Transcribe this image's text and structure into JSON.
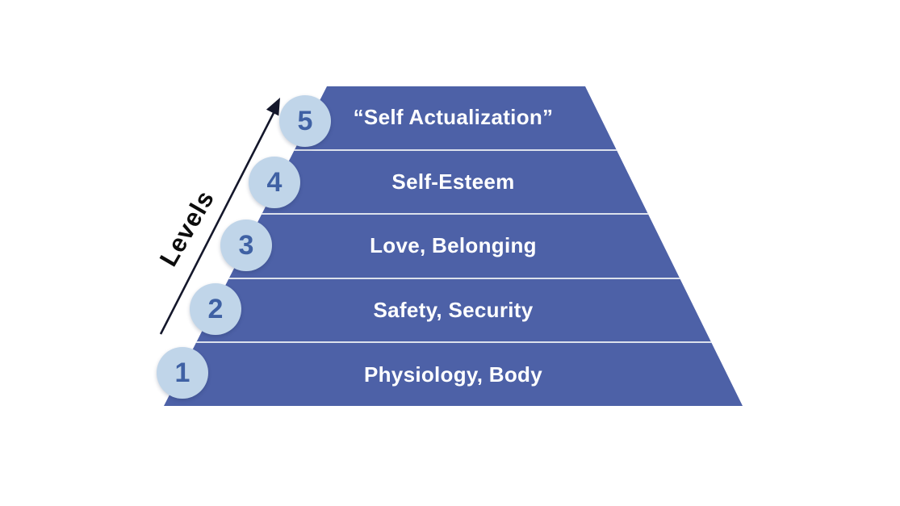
{
  "diagram": {
    "type": "pyramid-hierarchy",
    "axis_label": "Levels",
    "rows": [
      {
        "number": "5",
        "label": "“Self Actualization”"
      },
      {
        "number": "4",
        "label": "Self-Esteem"
      },
      {
        "number": "3",
        "label": "Love, Belonging"
      },
      {
        "number": "2",
        "label": "Safety, Security"
      },
      {
        "number": "1",
        "label": "Physiology, Body"
      }
    ],
    "colors": {
      "pyramid": "#4D61A7",
      "separator": "#DCE1EC",
      "circle_fill": "#C0D5E9",
      "circle_number": "#3F61A4",
      "arrow": "#14172B",
      "label_text": "#FFFFFF",
      "background": "#FFFFFF",
      "axis_text": "#0D0D0D"
    }
  }
}
